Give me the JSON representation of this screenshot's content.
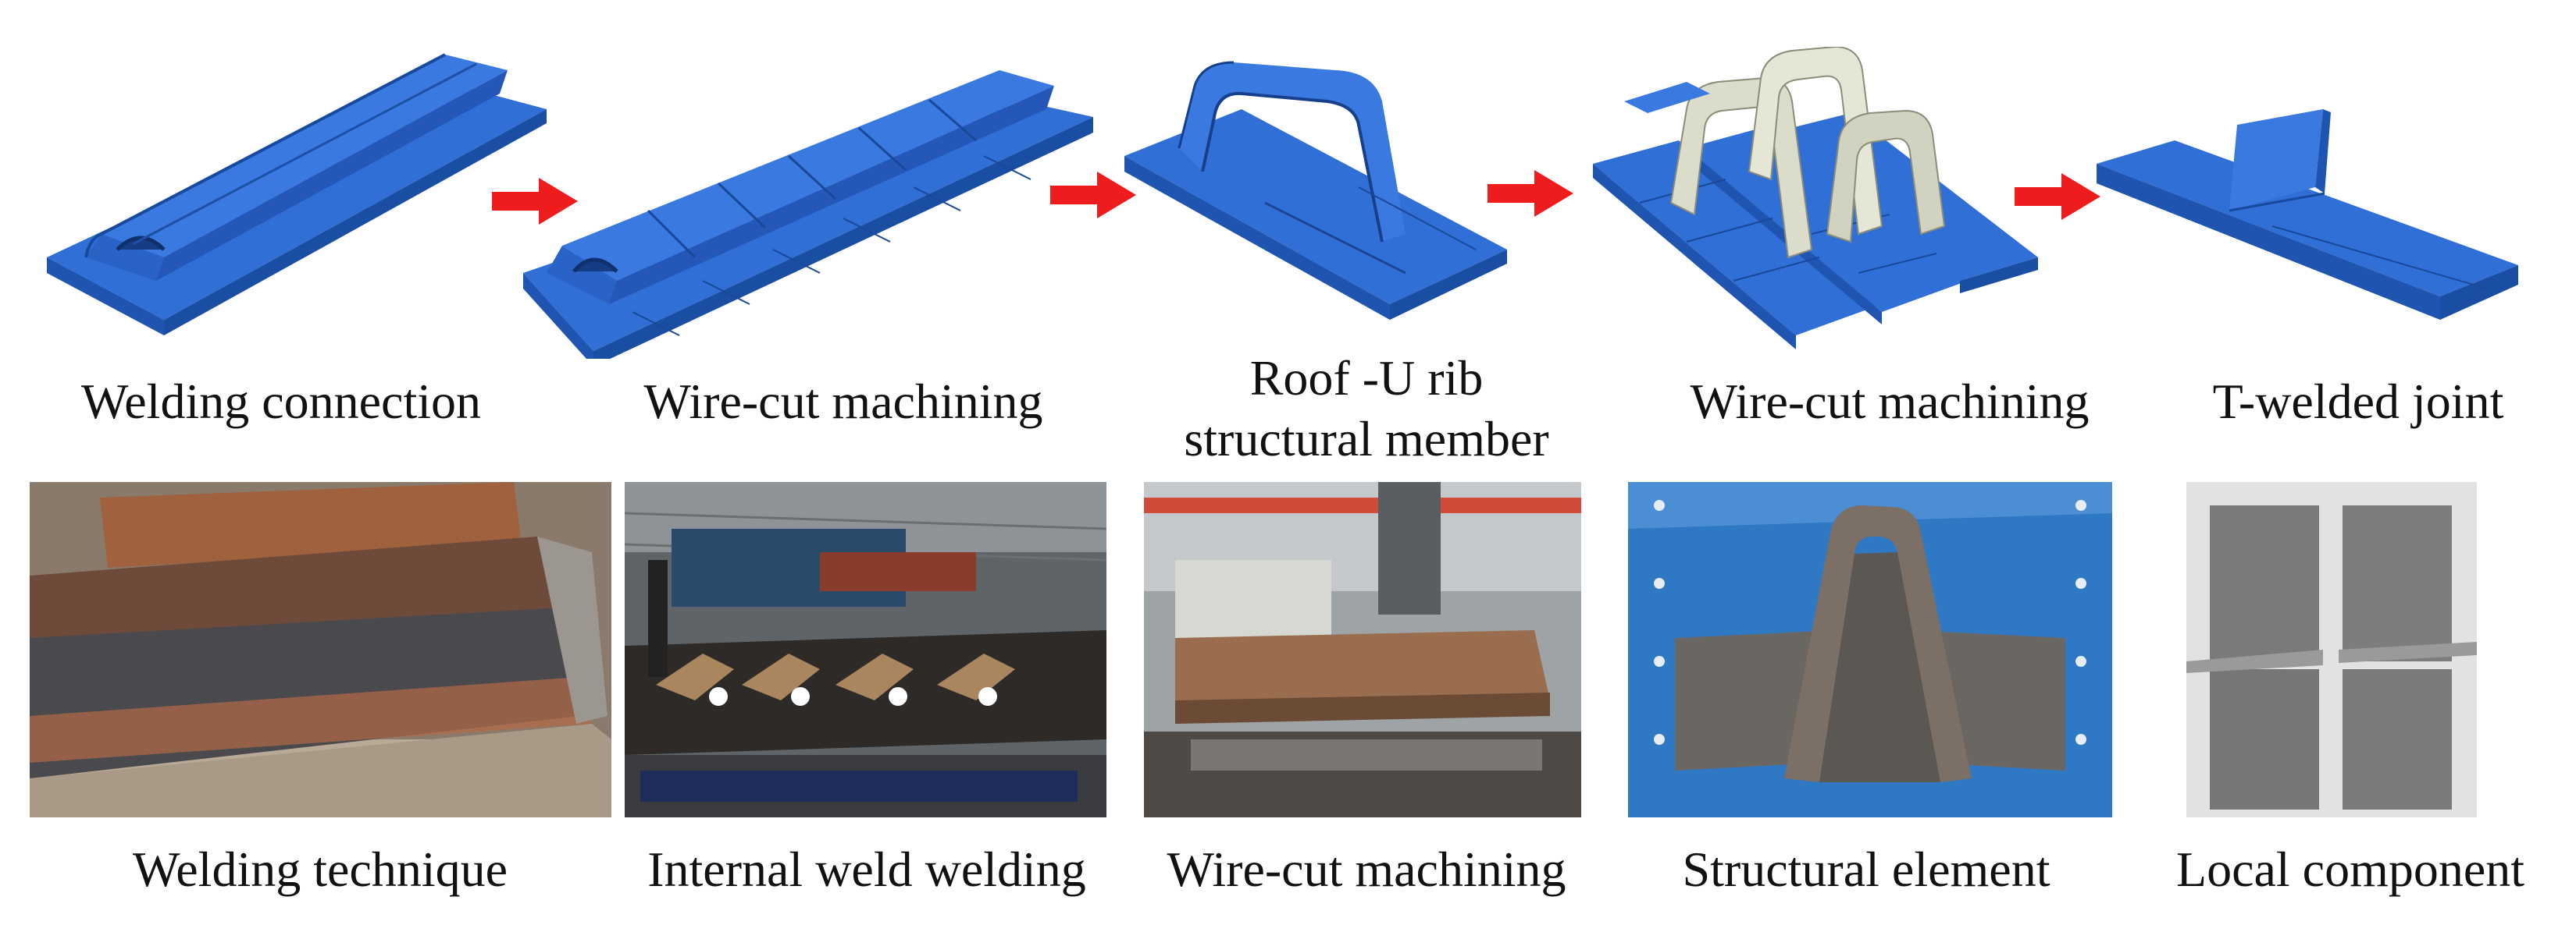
{
  "colors": {
    "steel_blue": "#2f6fd6",
    "steel_blue_dark": "#1f55b0",
    "steel_blue_light": "#5b93ea",
    "cut_piece": "#dcdccb",
    "arrow_red": "#ee1c1c"
  },
  "top_row": {
    "captions": [
      "Welding connection",
      "Wire-cut machining",
      "Roof -U rib",
      "structural member",
      "Wire-cut machining",
      "T-welded joint"
    ],
    "icons": [
      "right-arrow-icon",
      "right-arrow-icon",
      "right-arrow-icon",
      "right-arrow-icon"
    ]
  },
  "bottom_row": {
    "captions": [
      "Welding technique",
      "Internal weld welding",
      "Wire-cut machining",
      "Structural element",
      "Local component"
    ]
  }
}
